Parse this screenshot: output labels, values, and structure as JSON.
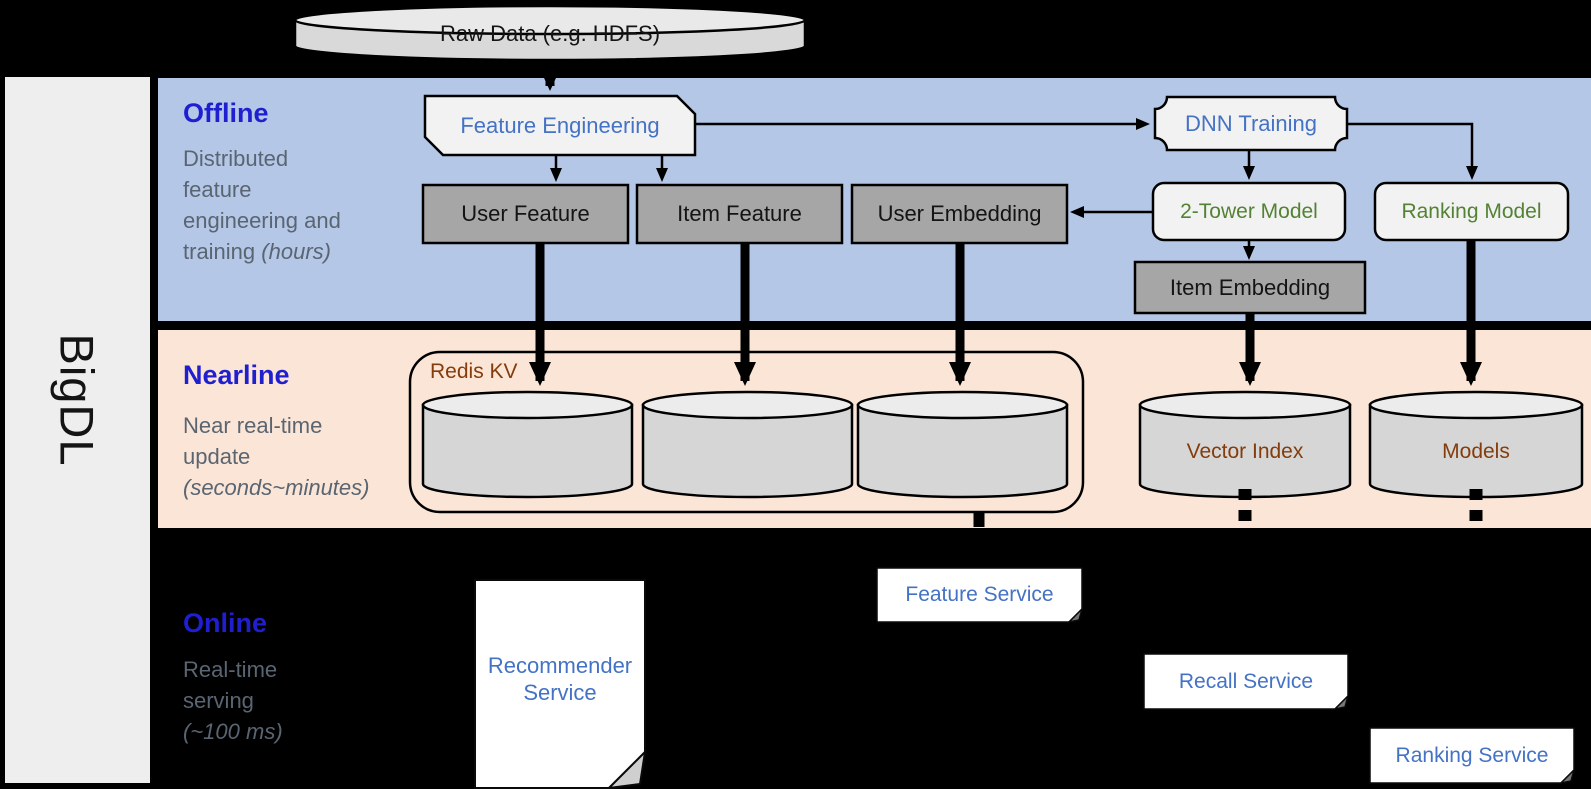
{
  "brand": "BigDL",
  "source_label": "Raw Data (e.g. HDFS)",
  "sections": [
    {
      "title": "Offline",
      "desc_lines": [
        "Distributed",
        "feature",
        "engineering and"
      ],
      "desc_tail": "training ",
      "desc_note": "(hours)"
    },
    {
      "title": "Nearline",
      "desc_lines": [
        "Near real-time",
        "update"
      ],
      "desc_note": "(seconds~minutes)"
    },
    {
      "title": "Online",
      "desc_lines": [
        "Real-time",
        "serving"
      ],
      "desc_note": "(~100 ms)"
    }
  ],
  "nodes": {
    "feature_engineering": "Feature Engineering",
    "dnn_training": "DNN Training",
    "user_feature": "User Feature",
    "item_feature": "Item Feature",
    "user_embedding": "User Embedding",
    "two_tower_model": "2-Tower Model",
    "ranking_model": "Ranking Model",
    "item_embedding": "Item Embedding",
    "redis_kv": "Redis KV",
    "vector_index": "Vector Index",
    "models": "Models",
    "recommender_line1": "Recommender",
    "recommender_line2": "Service",
    "feature_service": "Feature Service",
    "recall_service": "Recall Service",
    "ranking_service": "Ranking Service"
  },
  "palette": {
    "background": "#000000",
    "offline_band": "#b4c7e7",
    "nearline_band": "#fbe5d6",
    "sidebar": "#eeeeee",
    "node_light_fill": "#f2f2f2",
    "node_gray_fill": "#a6a6a6",
    "cylinder_body": "#d6d6d6",
    "cylinder_top": "#ececec",
    "heading_blue": "#1f1fd0",
    "label_blue": "#4472c4",
    "label_green": "#548235",
    "label_brown": "#843c0c",
    "desc_gray": "#5a6572"
  }
}
